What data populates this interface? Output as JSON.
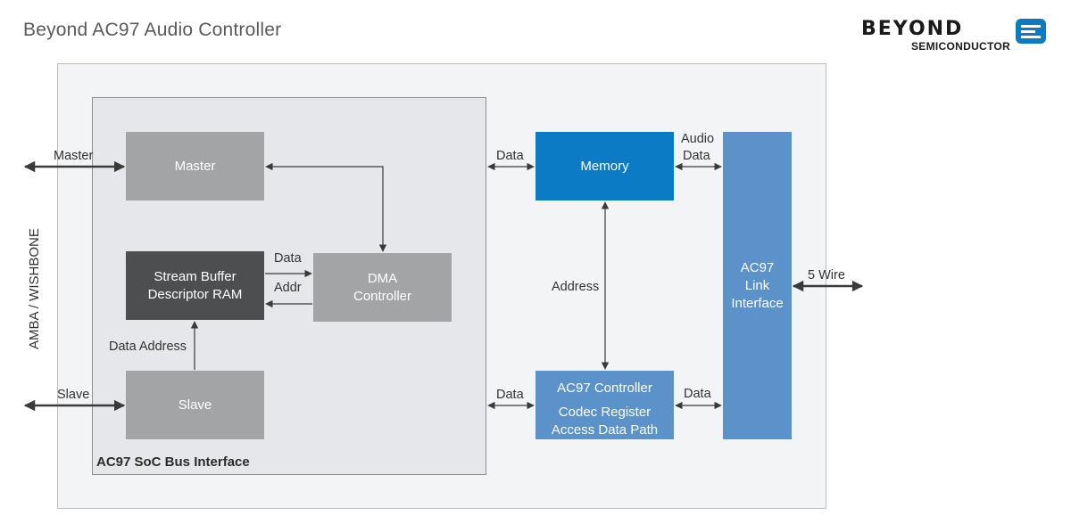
{
  "title": "Beyond AC97 Audio Controller",
  "logo": {
    "wordmark": "BEYOND",
    "subtitle": "SEMICONDUCTOR",
    "accent": "#0a7bc4"
  },
  "colors": {
    "gray_block": "#a3a4a6",
    "dark_block": "#4d4e50",
    "memory_block": "#0a7bc4",
    "blue_block": "#5a92c9",
    "outer_bg": "#f3f4f6",
    "inner_bg": "#e6e7ea"
  },
  "bus_side_label": "AMBA / WISHBONE",
  "soc_bus_interface": {
    "label": "AC97 SoC Bus Interface",
    "blocks": {
      "master": "Master",
      "sbd_ram_line1": "Stream Buffer",
      "sbd_ram_line2": "Descriptor RAM",
      "dma_line1": "DMA",
      "dma_line2": "Controller",
      "slave": "Slave"
    }
  },
  "blocks": {
    "memory": "Memory",
    "ac97_controller_line1": "AC97 Controller",
    "ac97_controller_line2": "Codec Register",
    "ac97_controller_line3": "Access Data Path",
    "link_line1": "AC97",
    "link_line2": "Link",
    "link_line3": "Interface"
  },
  "labels": {
    "master_port": "Master",
    "slave_port": "Slave",
    "ram_to_dma_data": "Data",
    "dma_to_ram_addr": "Addr",
    "data_address": "Data Address",
    "bus_memory_data": "Data",
    "bus_controller_data": "Data",
    "memory_address": "Address",
    "audio_data_line1": "Audio",
    "audio_data_line2": "Data",
    "controller_link_data": "Data",
    "five_wire": "5 Wire"
  }
}
